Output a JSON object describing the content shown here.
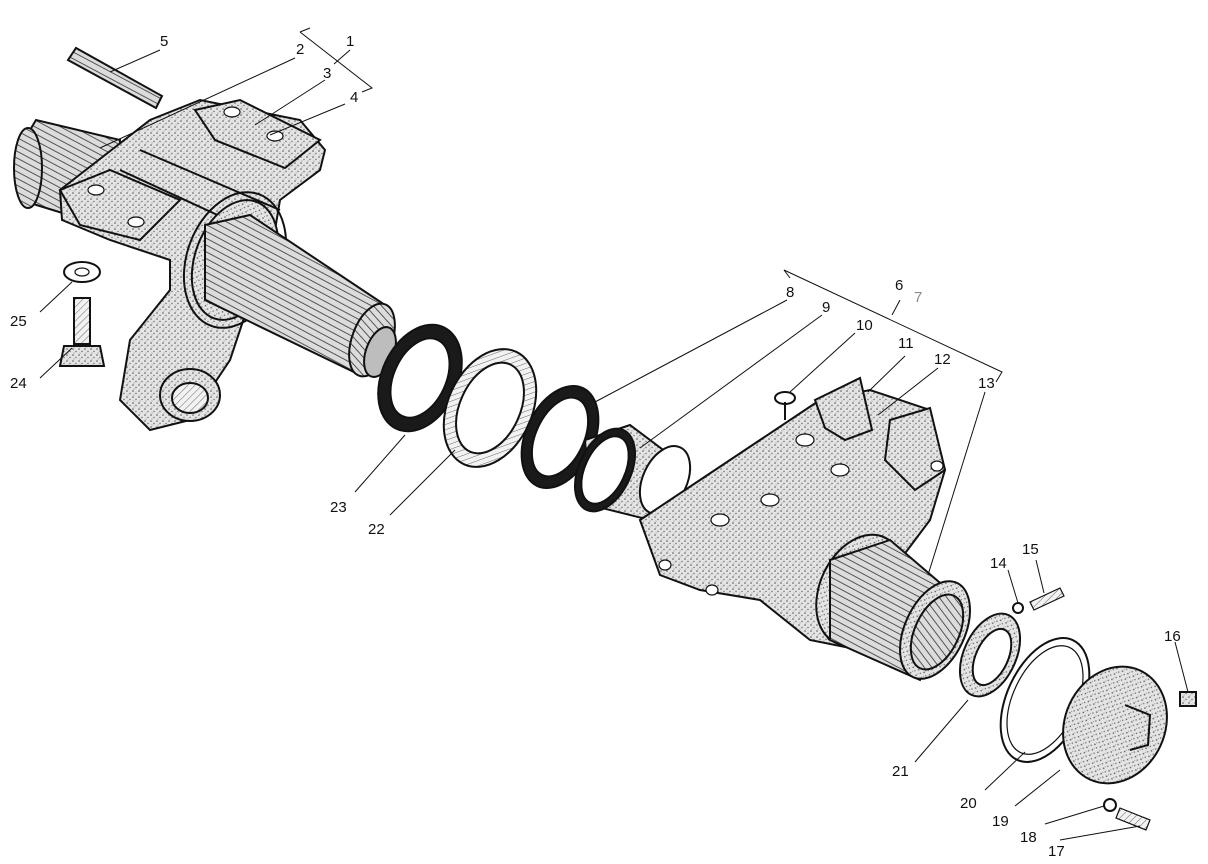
{
  "callouts": {
    "c1": "1",
    "c2": "2",
    "c3": "3",
    "c4": "4",
    "c5": "5",
    "c6": "6",
    "c7": "7",
    "c8": "8",
    "c9": "9",
    "c10": "10",
    "c11": "11",
    "c12": "12",
    "c13": "13",
    "c14": "14",
    "c15": "15",
    "c16": "16",
    "c17": "17",
    "c18": "18",
    "c19": "19",
    "c20": "20",
    "c21": "21",
    "c22": "22",
    "c23": "23",
    "c24": "24",
    "c25": "25"
  },
  "colors": {
    "ink": "#111111",
    "casting": "#d9d9d9",
    "shaft": "#cfcfcf",
    "seal": "#1a1a1a",
    "washer": "#eeeeee",
    "grey_label": "#8a8a8a"
  }
}
